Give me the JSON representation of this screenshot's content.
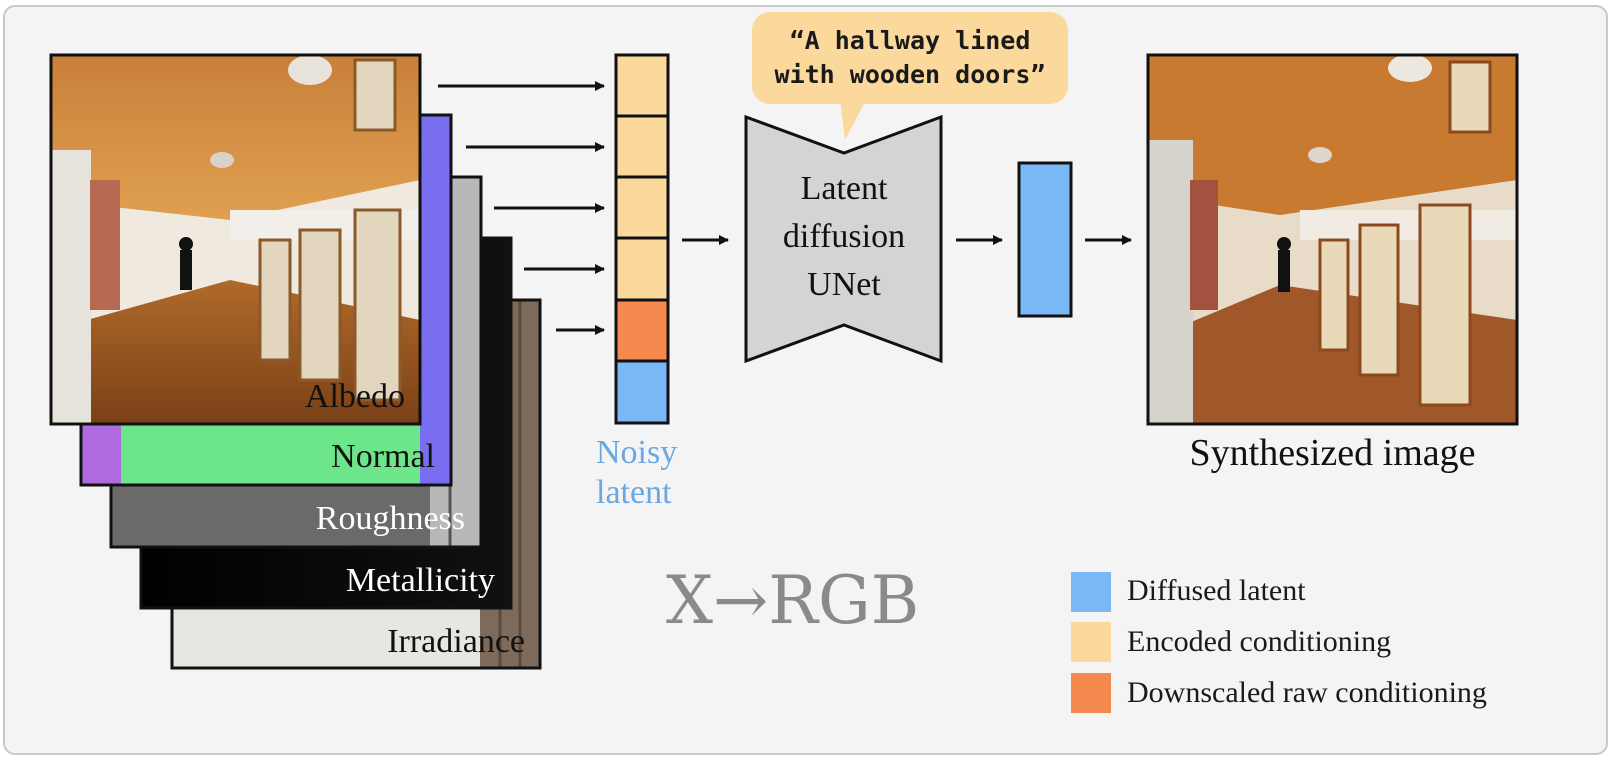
{
  "layers": [
    {
      "key": "irradiance",
      "label": "Irradiance"
    },
    {
      "key": "metallicity",
      "label": "Metallicity"
    },
    {
      "key": "roughness",
      "label": "Roughness"
    },
    {
      "key": "normal",
      "label": "Normal"
    },
    {
      "key": "albedo",
      "label": "Albedo"
    }
  ],
  "noisy_latent": {
    "line1": "Noisy",
    "line2": "latent"
  },
  "prompt": {
    "line1": "“A hallway lined",
    "line2": "with wooden doors”"
  },
  "unet": {
    "line1": "Latent",
    "line2": "diffusion",
    "line3": "UNet"
  },
  "output_caption": "Synthesized image",
  "title": "X→RGB",
  "legend": [
    {
      "color": "#7ab8f5",
      "label": "Diffused latent"
    },
    {
      "color": "#fbd99d",
      "label": "Encoded conditioning"
    },
    {
      "color": "#f5894e",
      "label": "Downscaled raw conditioning"
    }
  ],
  "colors": {
    "encoded": "#fbd99d",
    "raw": "#f5894e",
    "diffused": "#7ab8f5",
    "unet_fill": "#d4d4d4",
    "bubble": "#fbd99d",
    "title_gray": "#8a8a8a",
    "noisy_blue": "#6aa8e2"
  }
}
